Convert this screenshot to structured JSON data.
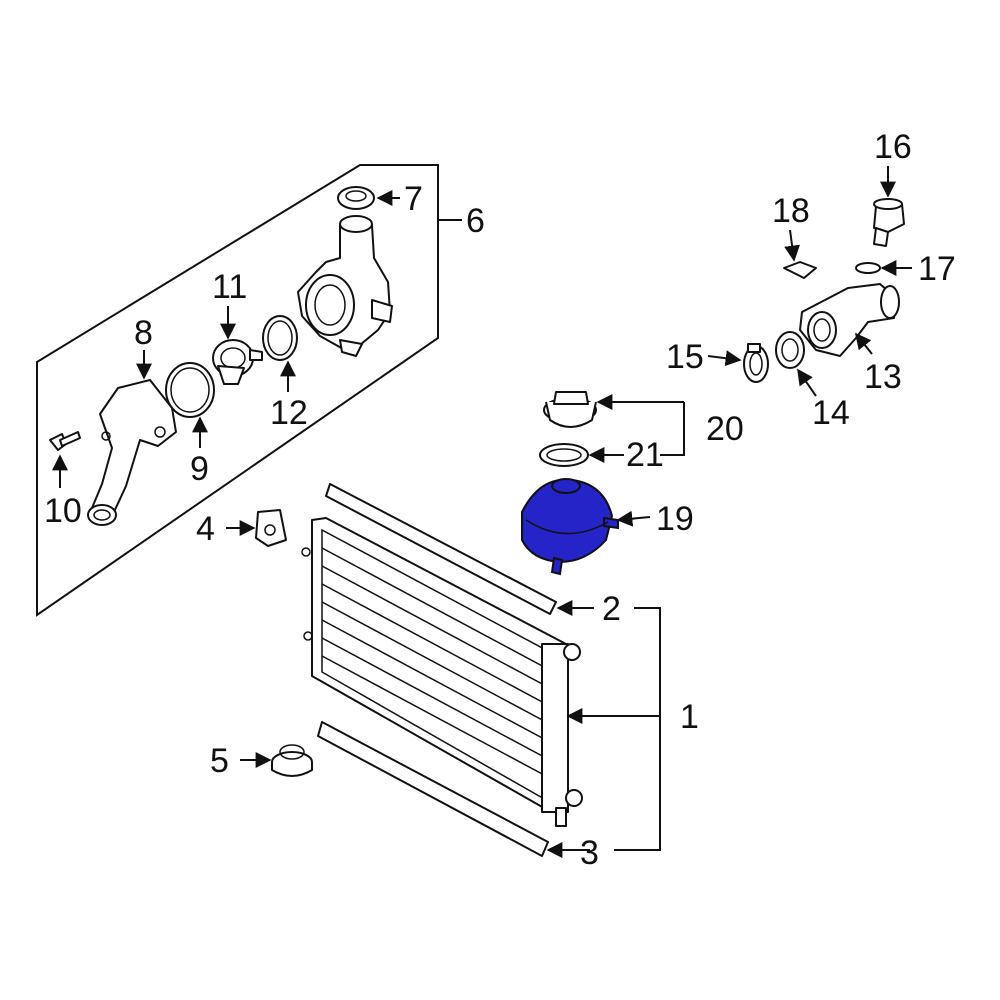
{
  "colors": {
    "highlight": "#2424c8",
    "ink": "#111111",
    "background": "#ffffff"
  },
  "callouts": {
    "c1": "1",
    "c2": "2",
    "c3": "3",
    "c4": "4",
    "c5": "5",
    "c6": "6",
    "c7": "7",
    "c8": "8",
    "c9": "9",
    "c10": "10",
    "c11": "11",
    "c12": "12",
    "c13": "13",
    "c14": "14",
    "c15": "15",
    "c16": "16",
    "c17": "17",
    "c18": "18",
    "c19": "19",
    "c20": "20",
    "c21": "21"
  },
  "highlighted_part": "19"
}
